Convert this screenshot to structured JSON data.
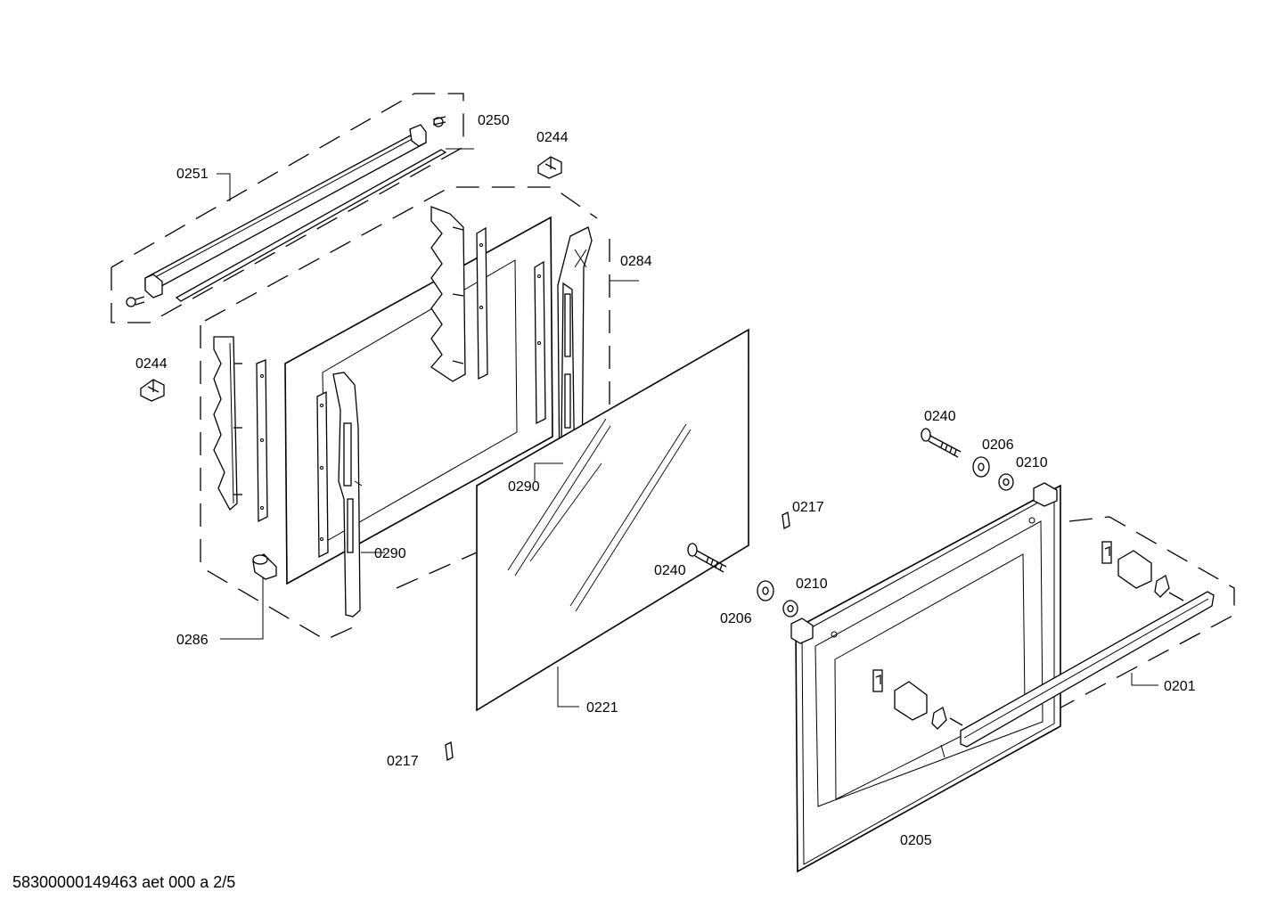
{
  "diagram": {
    "labels": {
      "p0250": "0250",
      "p0244_top": "0244",
      "p0251": "0251",
      "p0284": "0284",
      "p0244_left": "0244",
      "p0290_mid": "0290",
      "p0290_low": "0290",
      "p0240_right": "0240",
      "p0206_right": "0206",
      "p0210_right": "0210",
      "p0217_right": "0217",
      "p0240_mid": "0240",
      "p0210_mid": "0210",
      "p0206_mid": "0206",
      "p0286": "0286",
      "p0221": "0221",
      "p0201": "0201",
      "p0217_low": "0217",
      "p0205": "0205"
    }
  },
  "footer": {
    "doc_id": "58300000149463 aet 000 a 2/5"
  }
}
